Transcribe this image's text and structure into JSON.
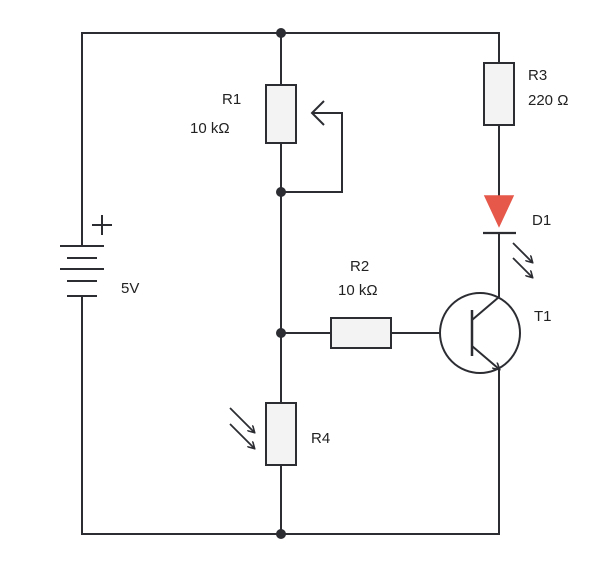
{
  "colors": {
    "wire": "#2b2d33",
    "component_fill": "#f3f3f3",
    "led": "#e5584a",
    "background": "#ffffff"
  },
  "components": {
    "battery": {
      "plus_sign": "+",
      "voltage": "5V",
      "icon": "battery-icon"
    },
    "r1": {
      "name": "R1",
      "value": "10 kΩ",
      "kind": "potentiometer"
    },
    "r2": {
      "name": "R2",
      "value": "10 kΩ",
      "kind": "resistor"
    },
    "r3": {
      "name": "R3",
      "value": "220 Ω",
      "kind": "resistor"
    },
    "r4": {
      "name": "R4",
      "kind": "photoresistor"
    },
    "d1": {
      "name": "D1",
      "kind": "led"
    },
    "t1": {
      "name": "T1",
      "kind": "npn-transistor"
    }
  }
}
